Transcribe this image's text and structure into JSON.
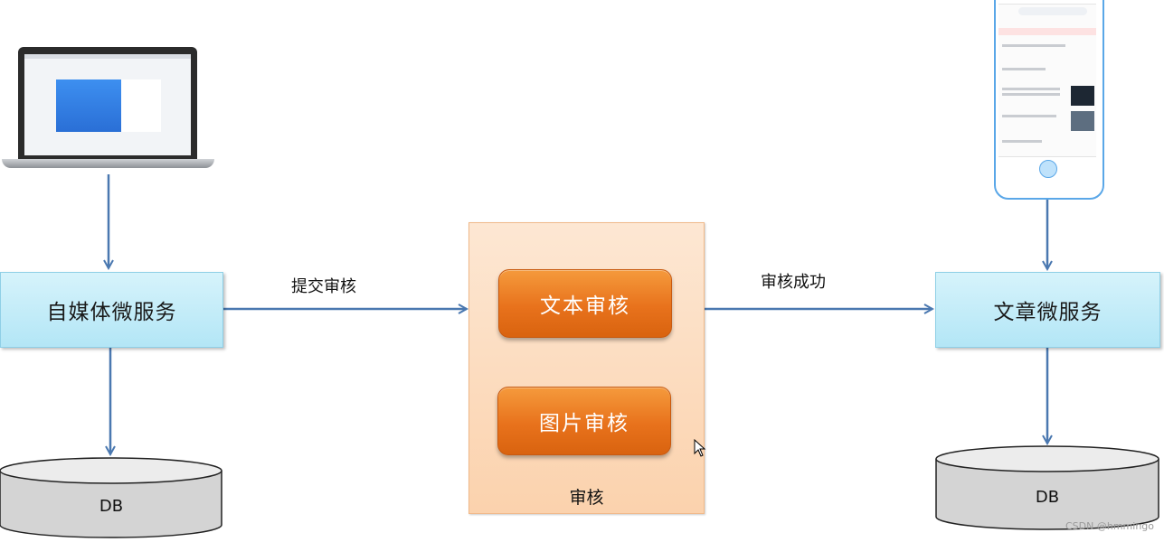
{
  "services": {
    "media": "自媒体微服务",
    "article": "文章微服务"
  },
  "audit": {
    "text_review": "文本审核",
    "image_review": "图片审核",
    "panel_label": "审核"
  },
  "edges": {
    "submit_review": "提交审核",
    "review_success": "审核成功"
  },
  "databases": {
    "left": "DB",
    "right": "DB"
  },
  "watermark": "CSDN @hmmingo",
  "colors": {
    "service_fill": "#b3e6f6",
    "audit_panel": "#fbd2ad",
    "audit_button": "#e8721c",
    "arrow": "#4a78b0",
    "db_fill": "#d4d4d4"
  }
}
